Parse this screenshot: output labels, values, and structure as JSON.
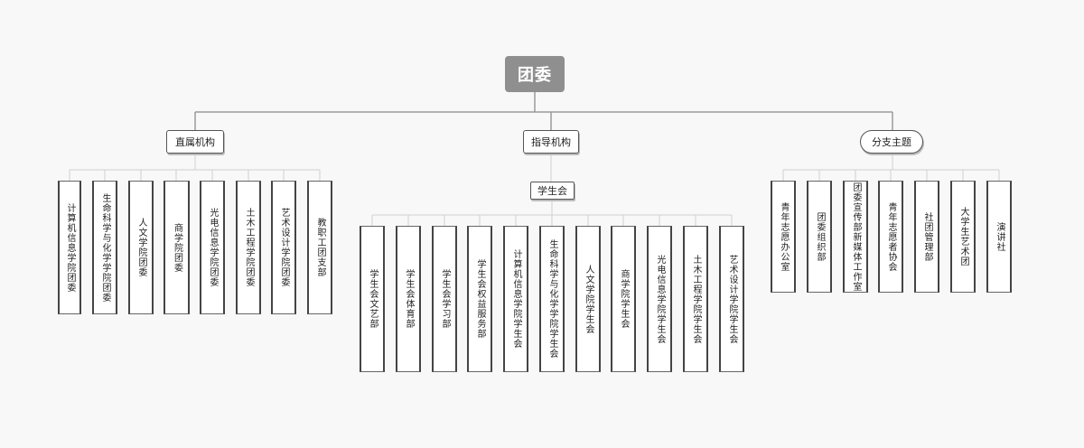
{
  "root": {
    "label": "团委"
  },
  "branches": [
    {
      "label": "直属机构",
      "children": [
        "计算机信息学院团委",
        "生命科学与化学学院团委",
        "人文学院团委",
        "商学院团委",
        "光电信息学院团委",
        "土木工程学院团委",
        "艺术设计学院团委",
        "教职工团支部"
      ]
    },
    {
      "label": "指导机构",
      "sub": {
        "label": "学生会",
        "children": [
          "学生会文艺部",
          "学生会体育部",
          "学生会学习部",
          "学生会权益服务部",
          "计算机信息学院学生会",
          "生命科学与化学学院学生会",
          "人文学院学生会",
          "商学院学生会",
          "光电信息学院学生会",
          "土木工程学院学生会",
          "艺术设计学院学生会"
        ]
      }
    },
    {
      "label": "分支主题",
      "children": [
        "青年志愿办公室",
        "团委组织部",
        "团委宣传部新媒体工作室",
        "青年志愿者协会",
        "社团管理部",
        "大学生艺术团",
        "演讲社"
      ]
    }
  ]
}
